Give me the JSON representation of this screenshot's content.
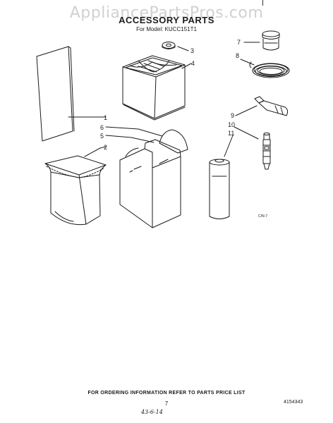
{
  "header": {
    "watermark": "AppliancePartsPros.com",
    "title": "ACCESSORY PARTS",
    "model_line": "For Model: KUCC151T1"
  },
  "callouts": [
    "1",
    "2",
    "3",
    "4",
    "5",
    "6",
    "7",
    "8",
    "9",
    "10",
    "11"
  ],
  "figure_code": "C/N-7",
  "footer": {
    "ordering_note": "FOR ORDERING INFORMATION REFER TO PARTS PRICE LIST",
    "page_number": "7",
    "doc_number": "4154343",
    "handwritten_date": "43-6-14"
  },
  "colors": {
    "line": "#1a1a1a",
    "watermark": "#c9c9c9",
    "background": "#ffffff"
  }
}
